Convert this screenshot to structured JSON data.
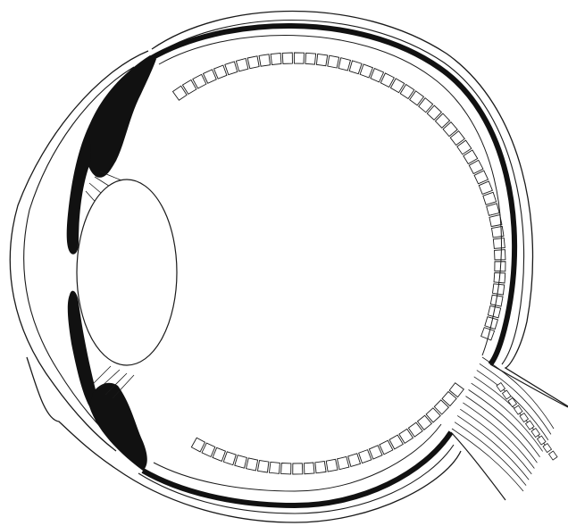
{
  "diagram": {
    "labels": [],
    "colors": {
      "outline": "#1a1a1a",
      "pigment": "#111111",
      "background": "#ffffff"
    },
    "parts": [
      "sclera",
      "cornea",
      "choroid",
      "retina",
      "lens",
      "iris",
      "ciliary-body",
      "zonular-fibers",
      "optic-nerve"
    ]
  }
}
